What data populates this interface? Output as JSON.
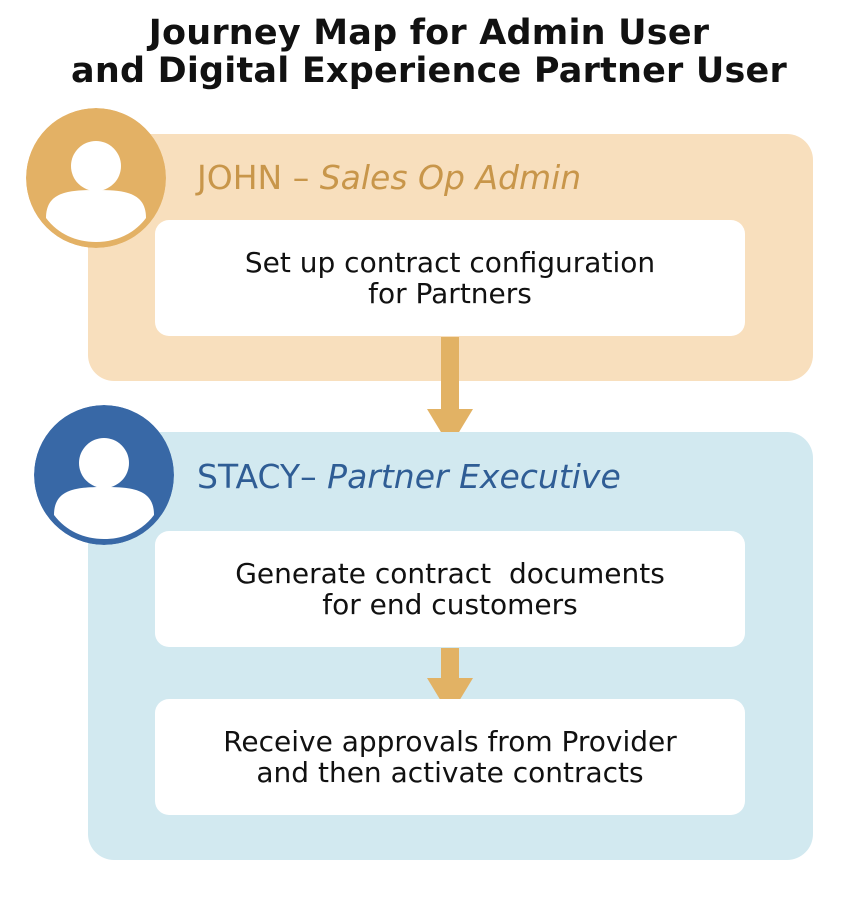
{
  "title": {
    "line1": "Journey Map for Admin User",
    "line2": "and Digital Experience Partner User"
  },
  "personas": [
    {
      "name": "JOHN",
      "separator": " – ",
      "role": "Sales Op Admin",
      "color": "#c8964a",
      "avatar_color": "#e3b165",
      "panel_color": "#f8dfbd",
      "icon": "user-icon"
    },
    {
      "name": "STACY",
      "separator": "– ",
      "role": "Partner Executive",
      "color": "#2f5d95",
      "avatar_color": "#3868a6",
      "panel_color": "#d2e9f0",
      "icon": "user-icon"
    }
  ],
  "steps": [
    {
      "line1": "Set up contract configuration",
      "line2": "for Partners"
    },
    {
      "line1": "Generate contract  documents",
      "line2": "for end customers"
    },
    {
      "line1": "Receive approvals from Provider",
      "line2": "and then activate contracts"
    }
  ],
  "arrow_color": "#e2b264"
}
